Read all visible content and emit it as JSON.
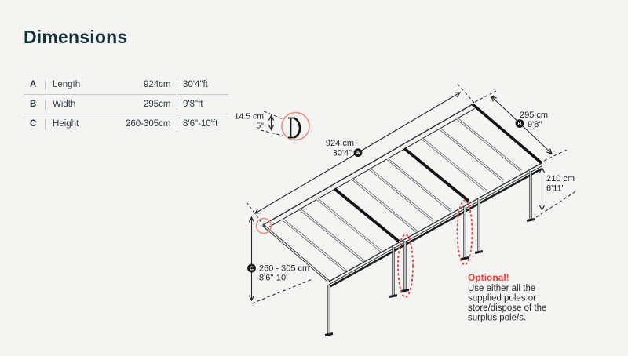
{
  "page": {
    "title": "Dimensions"
  },
  "table": {
    "rows": [
      {
        "letter": "A",
        "label": "Length",
        "metric": "924cm",
        "imperial": "30'4\"ft"
      },
      {
        "letter": "B",
        "label": "Width",
        "metric": "295cm",
        "imperial": "9'8\"ft"
      },
      {
        "letter": "C",
        "label": "Height",
        "metric": "260-305cm",
        "imperial": "8'6\"-10'ft"
      }
    ]
  },
  "diagram": {
    "detail_d": {
      "metric": "14.5 cm",
      "imperial": "5\"",
      "letter": "D"
    },
    "dim_a": {
      "metric": "924 cm",
      "imperial": "30'4\"",
      "badge": "A"
    },
    "dim_b": {
      "metric": "295 cm",
      "imperial": "9'8\"",
      "badge": "B"
    },
    "dim_right_height": {
      "metric": "210 cm",
      "imperial": "6'11\""
    },
    "dim_c": {
      "metric": "260 - 305 cm",
      "imperial": "8'6\"-10'",
      "badge": "C"
    },
    "note": {
      "heading": "Optional!",
      "lines": [
        "Use either all the",
        "supplied poles or",
        "store/dispose of the",
        "surplus pole/s."
      ]
    }
  },
  "colors": {
    "background": "#f4f5f3",
    "title": "#14303b",
    "ink": "#26292c",
    "accent_red": "#e8423d",
    "highlight_salmon": "#f0938c"
  }
}
